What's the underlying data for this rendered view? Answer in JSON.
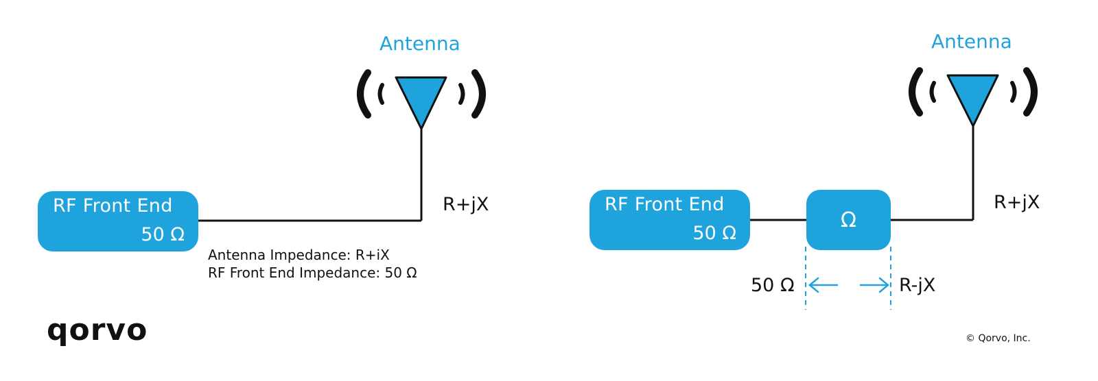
{
  "colors": {
    "accent": "#1fa3dc",
    "ink": "#111111",
    "box_text": "#ffffff"
  },
  "left_diagram": {
    "antenna_title": "Antenna",
    "front_end": {
      "title": "RF Front End",
      "impedance": "50 Ω"
    },
    "antenna_impedance_label": "R+jX",
    "notes": [
      "Antenna Impedance: R+iX",
      "RF Front End Impedance: 50 Ω"
    ]
  },
  "right_diagram": {
    "antenna_title": "Antenna",
    "front_end": {
      "title": "RF Front End",
      "impedance": "50 Ω"
    },
    "matching_network_symbol": "Ω",
    "antenna_impedance_label": "R+jX",
    "left_impedance_label": "50 Ω",
    "right_impedance_label": "R-jX"
  },
  "logo_text": "qorvo",
  "copyright": "© Qorvo, Inc.",
  "icons": [
    "antenna-icon",
    "radio-wave-icon",
    "arrow-left-icon",
    "arrow-right-icon"
  ]
}
